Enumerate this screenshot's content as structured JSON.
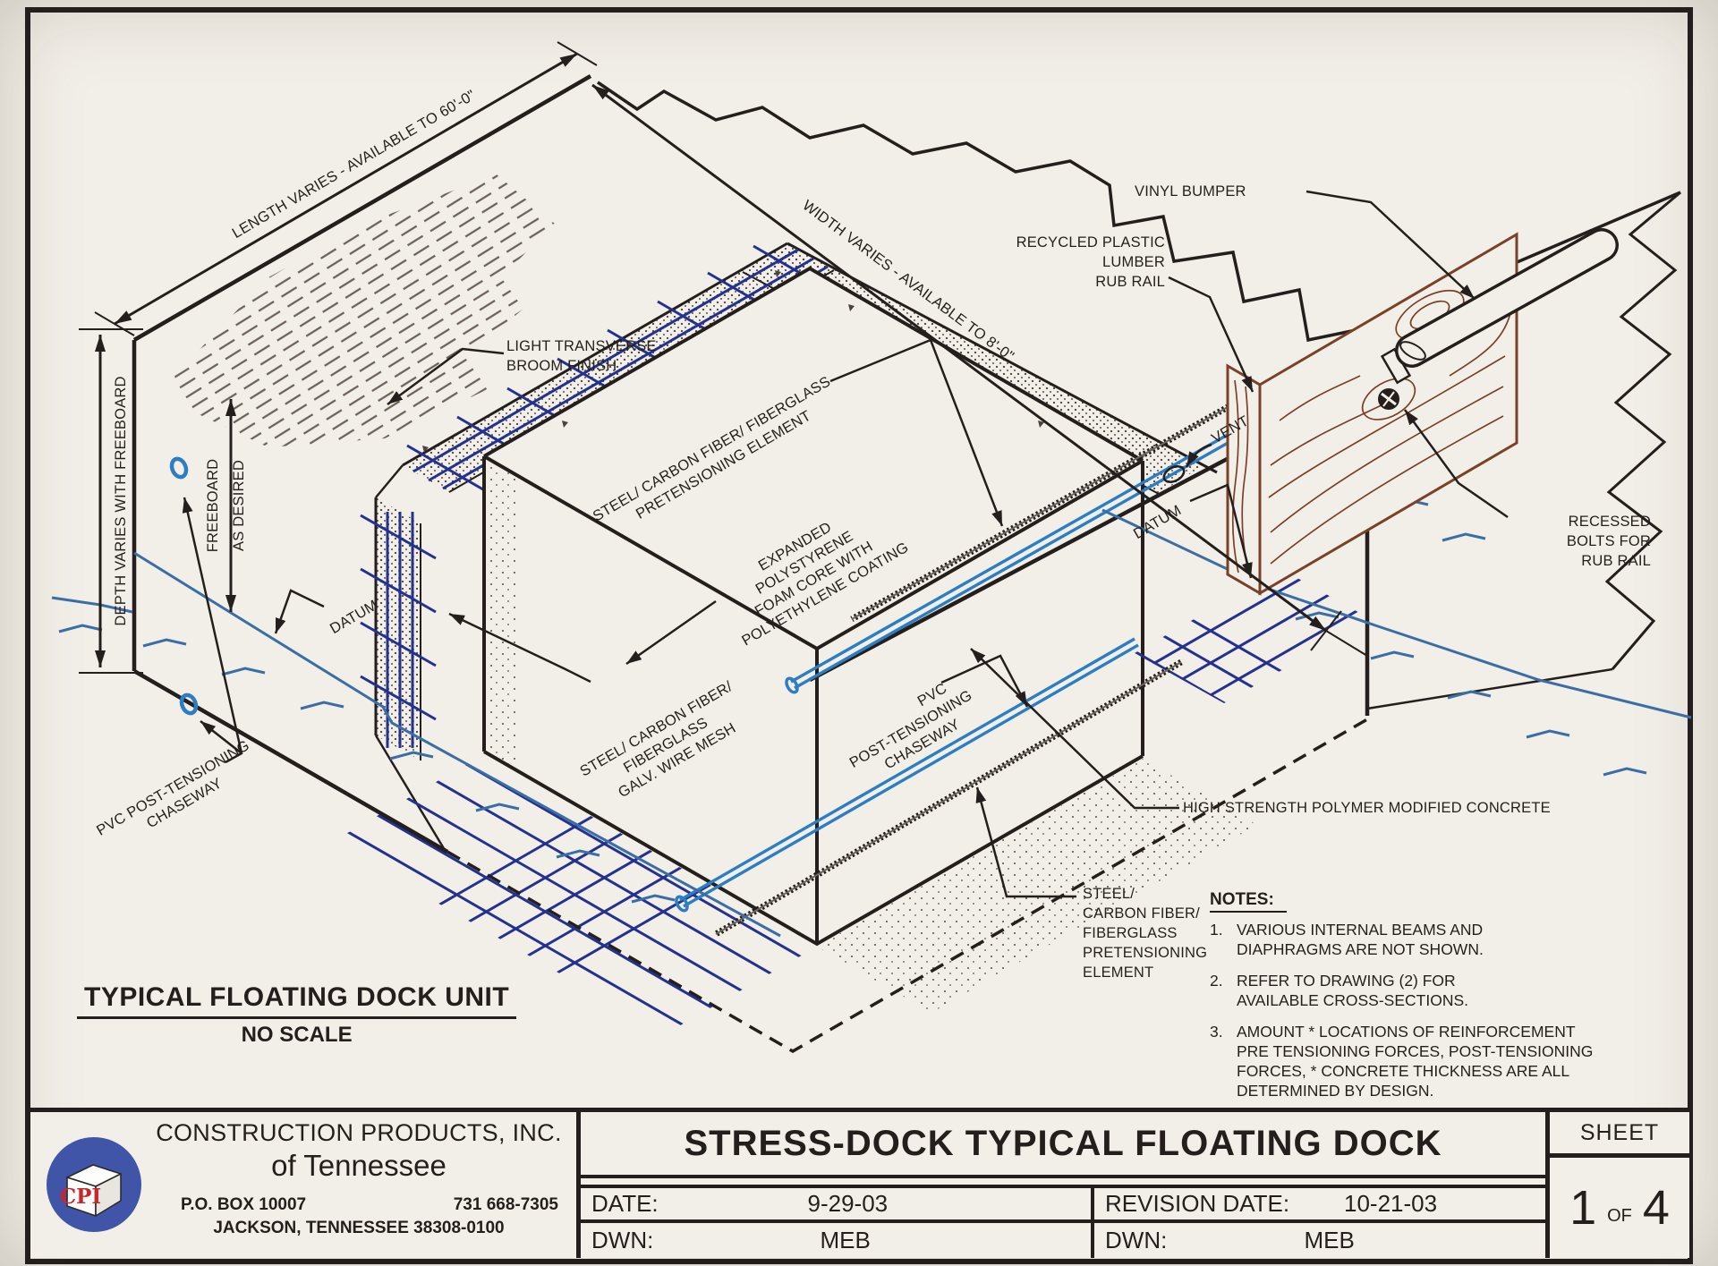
{
  "colors": {
    "ink": "#241f1c",
    "paper": "#f2efe8",
    "mesh_navy": "#24318f",
    "tube_blue": "#2d7dc2",
    "water_blue": "#3a6ea5",
    "wood_brown": "#7a4128",
    "logo_blue": "#4055a8",
    "logo_red": "#c8262b"
  },
  "drawing": {
    "view_title": "TYPICAL FLOATING DOCK UNIT",
    "view_scale": "NO SCALE",
    "dim_length": "LENGTH VARIES - AVAILABLE TO 60'-0\"",
    "dim_width": "WIDTH VARIES - AVAILABLE TO 8'-0\"",
    "dim_depth": "DEPTH VARIES WITH FREEBOARD",
    "dim_freeboard": [
      "FREEBOARD",
      "AS DESIRED"
    ],
    "labels": {
      "broom": [
        "LIGHT TRANSVERSE",
        "BROOM FINISH"
      ],
      "vinyl_bumper": "VINYL BUMPER",
      "rub_rail": [
        "RECYCLED PLASTIC",
        "LUMBER",
        "RUB RAIL"
      ],
      "vent": "VENT",
      "datum_left": "DATUM",
      "datum_right": "DATUM",
      "recessed_bolts": [
        "RECESSED",
        "BOLTS FOR",
        "RUB RAIL"
      ],
      "pretension_top": [
        "STEEL/ CARBON FIBER/ FIBERGLASS",
        "PRETENSIONING ELEMENT"
      ],
      "foam_core": [
        "EXPANDED",
        "POLYSTYRENE",
        "FOAM CORE WITH",
        "POLYETHYLENE COATING"
      ],
      "wire_mesh": [
        "STEEL/ CARBON FIBER/",
        "FIBERGLASS",
        "GALV. WIRE MESH"
      ],
      "pvc_center": [
        "PVC",
        "POST-TENSIONING",
        "CHASEWAY"
      ],
      "pvc_left": [
        "PVC POST-TENSIONING",
        "CHASEWAY"
      ],
      "concrete": "HIGH STRENGTH POLYMER MODIFIED CONCRETE",
      "pretension_bottom": [
        "STEEL/",
        "CARBON FIBER/",
        "FIBERGLASS",
        "PRETENSIONING",
        "ELEMENT"
      ]
    },
    "notes": {
      "heading": "NOTES:",
      "items": [
        {
          "num": "1.",
          "lines": [
            "VARIOUS INTERNAL BEAMS AND",
            "DIAPHRAGMS ARE NOT SHOWN."
          ]
        },
        {
          "num": "2.",
          "lines": [
            "REFER TO DRAWING (2) FOR",
            "AVAILABLE CROSS-SECTIONS."
          ]
        },
        {
          "num": "3.",
          "lines": [
            "AMOUNT * LOCATIONS OF REINFORCEMENT",
            "PRE TENSIONING FORCES, POST-TENSIONING",
            "FORCES, * CONCRETE THICKNESS ARE ALL",
            "DETERMINED BY DESIGN."
          ]
        }
      ]
    }
  },
  "title_block": {
    "logo_text": "CPI",
    "company_name": "CONSTRUCTION PRODUCTS, INC.",
    "company_sub": "of Tennessee",
    "po_box": "P.O. BOX 10007",
    "phone": "731 668-7305",
    "city": "JACKSON, TENNESSEE  38308-0100",
    "drawing_title": "STRESS-DOCK TYPICAL FLOATING DOCK",
    "date_label": "DATE:",
    "date_value": "9-29-03",
    "dwn_label": "DWN:",
    "dwn_value": "MEB",
    "revision_date_label": "REVISION DATE:",
    "revision_date_value": "10-21-03",
    "revision_dwn_label": "DWN:",
    "revision_dwn_value": "MEB",
    "sheet_label": "SHEET",
    "sheet_num": "1",
    "sheet_of": "OF",
    "sheet_total": "4"
  }
}
